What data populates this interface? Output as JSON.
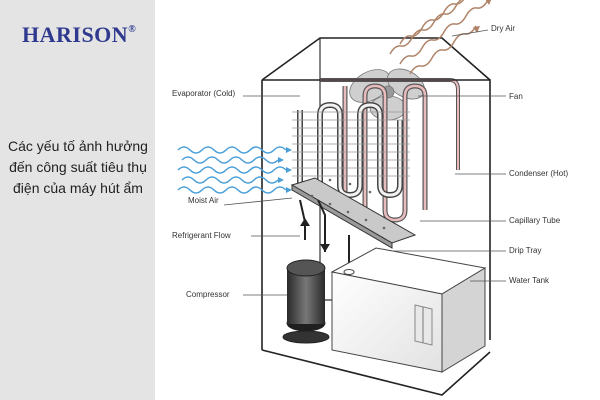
{
  "brand": {
    "name": "HARISON",
    "mark": "®"
  },
  "caption": "Các yếu tố ảnh hưởng đến công suất tiêu thụ điện của máy hút ẩm",
  "labels": {
    "dry_air": "Dry Air",
    "evaporator": "Evaporator (Cold)",
    "fan": "Fan",
    "moist_air": "Moist Air",
    "condenser": "Condenser (Hot)",
    "capillary_tube": "Capillary Tube",
    "refrigerant_flow": "Refrigerant Flow",
    "drip_tray": "Drip Tray",
    "water_tank": "Water Tank",
    "compressor": "Compressor"
  },
  "colors": {
    "brand": "#2f3a8f",
    "moist_air": "#4a9fd8",
    "dry_air": "#b08468",
    "coil": "#d9a9a9",
    "sidebar": "#e4e4e4"
  }
}
